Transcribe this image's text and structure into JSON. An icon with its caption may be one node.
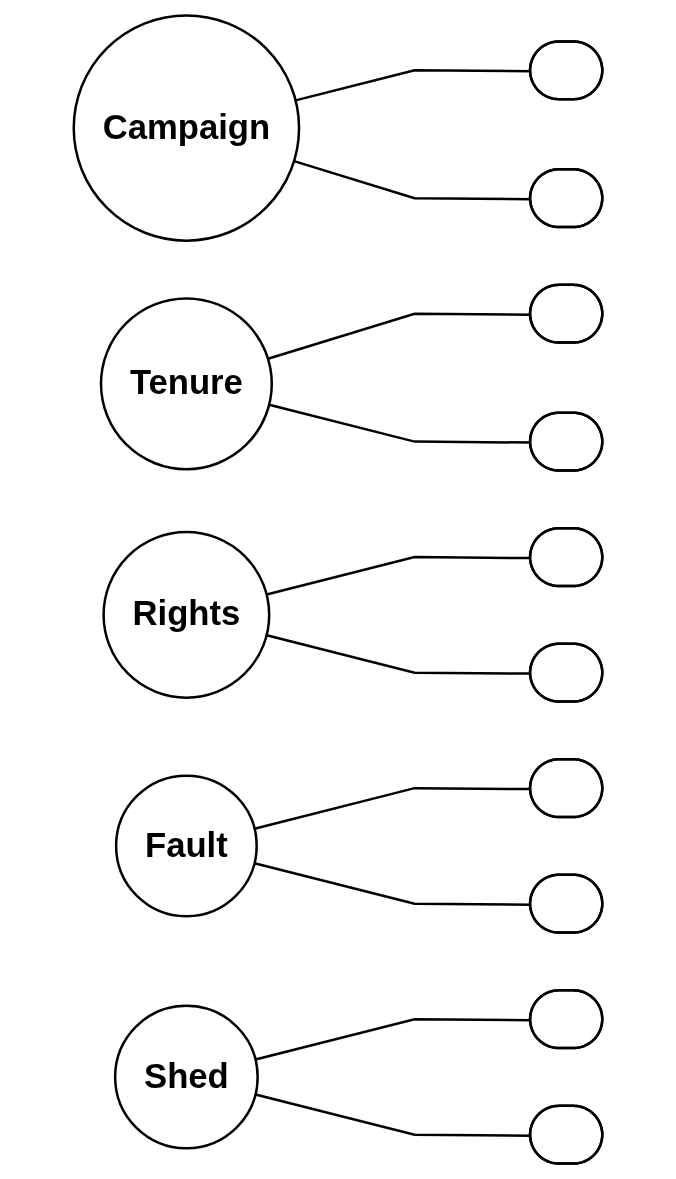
{
  "diagram": {
    "nodes": [
      {
        "text": [
          "Campaign"
        ]
      },
      {
        "text": [],
        "shape": "box"
      },
      {
        "text": [],
        "shape": "box"
      },
      {
        "text": [
          "Tenure"
        ]
      },
      {
        "text": [],
        "shape": "box"
      },
      {
        "text": [],
        "shape": "box"
      },
      {
        "text": [
          "Rights"
        ]
      },
      {
        "text": [],
        "shape": "box"
      },
      {
        "text": [],
        "shape": "box"
      },
      {
        "text": [
          "Fault"
        ]
      },
      {
        "text": [],
        "shape": "box"
      },
      {
        "text": [],
        "shape": "box"
      },
      {
        "text": [
          "Shed"
        ]
      },
      {
        "text": [],
        "shape": "box"
      },
      {
        "text": [],
        "shape": "box"
      }
    ],
    "edges": [
      {
        "from": 0,
        "to": 1,
        "arrow": "none"
      },
      {
        "from": 0,
        "to": 2,
        "arrow": "none"
      },
      {
        "from": 3,
        "to": 4,
        "arrow": "none"
      },
      {
        "from": 3,
        "to": 5,
        "arrow": "none"
      },
      {
        "from": 6,
        "to": 7,
        "arrow": "none"
      },
      {
        "from": 6,
        "to": 8,
        "arrow": "none"
      },
      {
        "from": 9,
        "to": 10,
        "arrow": "none"
      },
      {
        "from": 9,
        "to": 11,
        "arrow": "none"
      },
      {
        "from": 12,
        "to": 13,
        "arrow": "none"
      },
      {
        "from": 12,
        "to": 14,
        "arrow": "none"
      }
    ]
  }
}
